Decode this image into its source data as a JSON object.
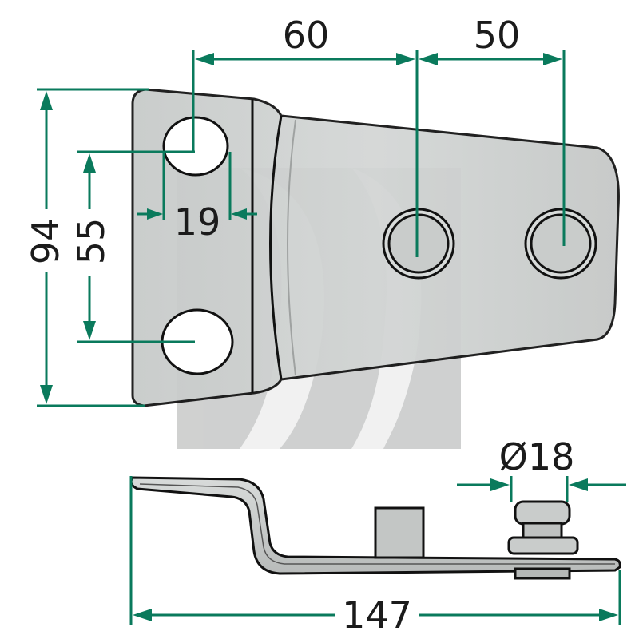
{
  "drawing": {
    "dimensions": {
      "top_left": "60",
      "top_right": "50",
      "height_total": "94",
      "hole_spacing": "55",
      "hole_width": "19",
      "diameter": "Ø18",
      "length_total": "147"
    },
    "colors": {
      "dimension": "#0a7a5c",
      "plate_fill": "#c9cccb",
      "watermark": "#a9abaa",
      "outline": "#111111"
    }
  }
}
